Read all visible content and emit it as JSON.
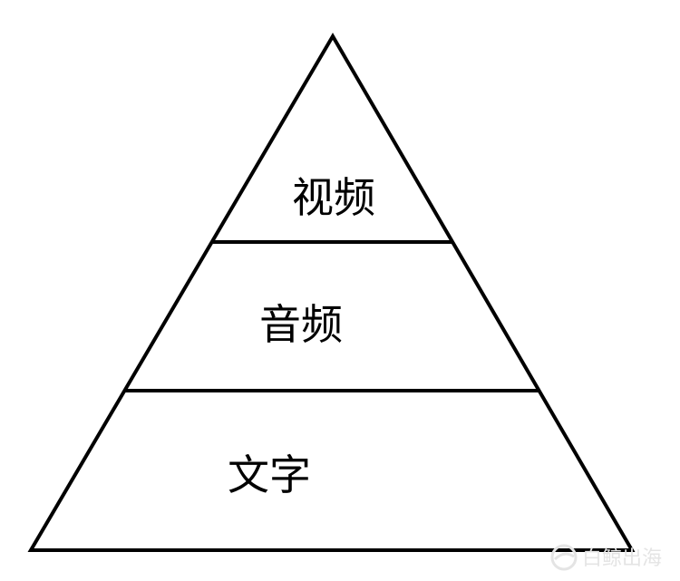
{
  "pyramid": {
    "tiers": [
      {
        "label": "视频"
      },
      {
        "label": "音频"
      },
      {
        "label": "文字"
      }
    ]
  },
  "colors": {
    "stroke": "#000000",
    "background": "#ffffff",
    "watermark": "#e4e4e4"
  },
  "watermark": {
    "text": "白鲸出海",
    "icon": "whale-logo-icon"
  }
}
